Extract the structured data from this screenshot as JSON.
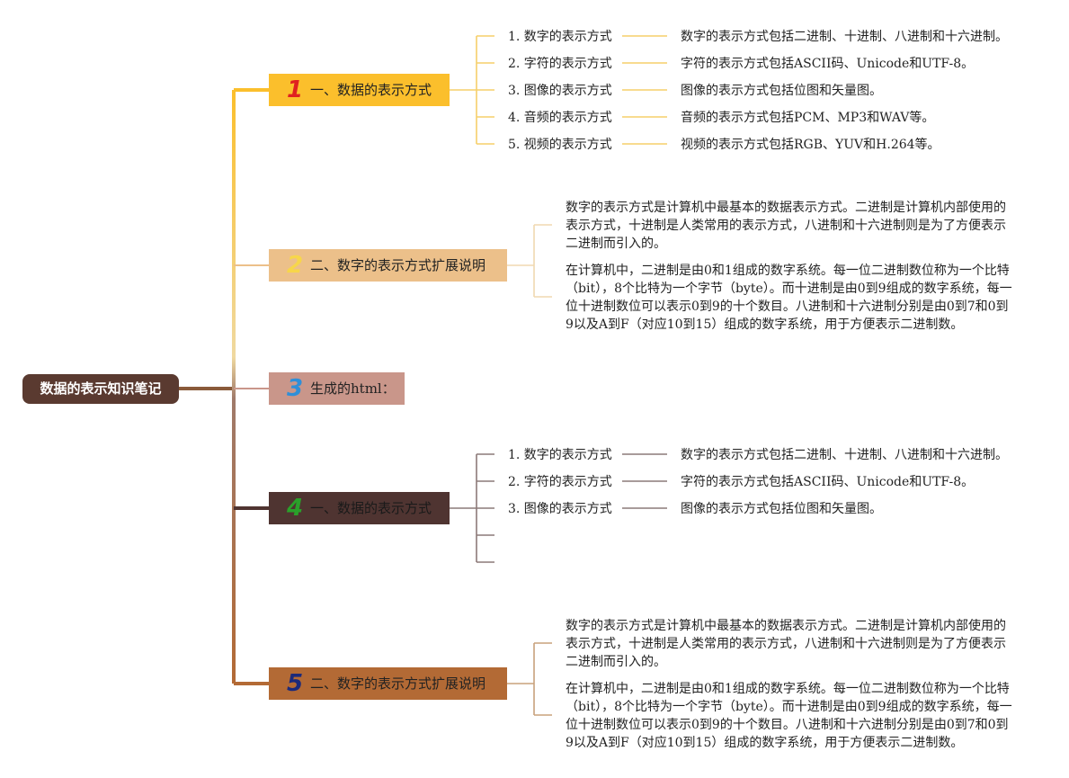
{
  "root": {
    "label": "数据的表示知识笔记"
  },
  "branches": [
    {
      "number": "1",
      "label": "一、数据的表示方式",
      "items": [
        {
          "title": "1. 数字的表示方式",
          "detail": "数字的表示方式包括二进制、十进制、八进制和十六进制。"
        },
        {
          "title": "2. 字符的表示方式",
          "detail": "字符的表示方式包括ASCII码、Unicode和UTF-8。"
        },
        {
          "title": "3. 图像的表示方式",
          "detail": "图像的表示方式包括位图和矢量图。"
        },
        {
          "title": "4. 音频的表示方式",
          "detail": "音频的表示方式包括PCM、MP3和WAV等。"
        },
        {
          "title": "5. 视频的表示方式",
          "detail": "视频的表示方式包括RGB、YUV和H.264等。"
        }
      ]
    },
    {
      "number": "2",
      "label": "二、数字的表示方式扩展说明",
      "paragraphs": [
        "数字的表示方式是计算机中最基本的数据表示方式。二进制是计算机内部使用的表示方式，十进制是人类常用的表示方式，八进制和十六进制则是为了方便表示二进制而引入的。",
        "在计算机中，二进制是由0和1组成的数字系统。每一位二进制数位称为一个比特（bit），8个比特为一个字节（byte）。而十进制是由0到9组成的数字系统，每一位十进制数位可以表示0到9的十个数目。八进制和十六进制分别是由0到7和0到9以及A到F（对应10到15）组成的数字系统，用于方便表示二进制数。"
      ]
    },
    {
      "number": "3",
      "label": "生成的html："
    },
    {
      "number": "4",
      "label": "一、数据的表示方式",
      "items": [
        {
          "title": "1. 数字的表示方式",
          "detail": "数字的表示方式包括二进制、十进制、八进制和十六进制。"
        },
        {
          "title": "2. 字符的表示方式",
          "detail": "字符的表示方式包括ASCII码、Unicode和UTF-8。"
        },
        {
          "title": "3. 图像的表示方式",
          "detail": "图像的表示方式包括位图和矢量图。"
        }
      ]
    },
    {
      "number": "5",
      "label": "二、数字的表示方式扩展说明",
      "paragraphs": [
        "数字的表示方式是计算机中最基本的数据表示方式。二进制是计算机内部使用的表示方式，十进制是人类常用的表示方式，八进制和十六进制则是为了方便表示二进制而引入的。",
        "在计算机中，二进制是由0和1组成的数字系统。每一位二进制数位称为一个比特（bit），8个比特为一个字节（byte）。而十进制是由0到9组成的数字系统，每一位十进制数位可以表示0到9的十个数目。八进制和十六进制分别是由0到7和0到9以及A到F（对应10到15）组成的数字系统，用于方便表示二进制数。"
      ]
    }
  ],
  "colors": {
    "root_bg": "#5a3a30",
    "branch1_bg": "#fbbf2c",
    "branch1_num": "#e02020",
    "branch1_line": "#f6cf6a",
    "branch2_bg": "#ecc08a",
    "branch2_num": "#f7d64a",
    "branch2_line": "#f0d9b0",
    "branch3_bg": "#c9968a",
    "branch3_num": "#2f8fd8",
    "branch3_line": "#d7b3aa",
    "branch4_bg": "#4f3431",
    "branch4_num": "#2aa02a",
    "branch4_line": "#8c7a78",
    "branch5_bg": "#b36a35",
    "branch5_num": "#1c2a7a",
    "branch5_line": "#c8a27c"
  }
}
